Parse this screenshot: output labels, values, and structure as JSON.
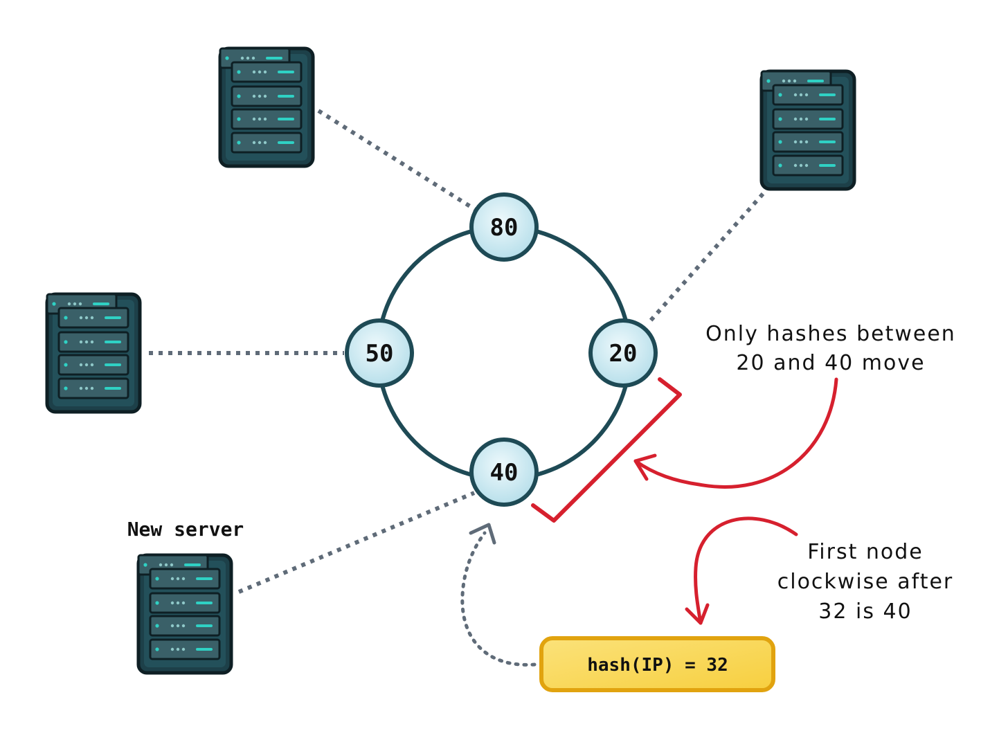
{
  "ring": {
    "nodes": [
      {
        "id": "80",
        "label": "80"
      },
      {
        "id": "50",
        "label": "50"
      },
      {
        "id": "20",
        "label": "20"
      },
      {
        "id": "40",
        "label": "40"
      }
    ]
  },
  "servers": {
    "new_server_label": "New server"
  },
  "annotations": {
    "moved_range": [
      "Only hashes between",
      "20 and 40 move"
    ],
    "first_node": [
      "First node",
      "clockwise after",
      "32 is 40"
    ]
  },
  "hash_box": {
    "text": "hash(IP) = 32"
  },
  "colors": {
    "ring": "#1e4a55",
    "node_fill": "#cde9f1",
    "server_body": "#1c3f47",
    "server_led": "#2fd1c4",
    "connector": "#5f6b78",
    "highlight": "#d6202e",
    "hash_fill": "#fbd650",
    "hash_border": "#e1a30f"
  }
}
